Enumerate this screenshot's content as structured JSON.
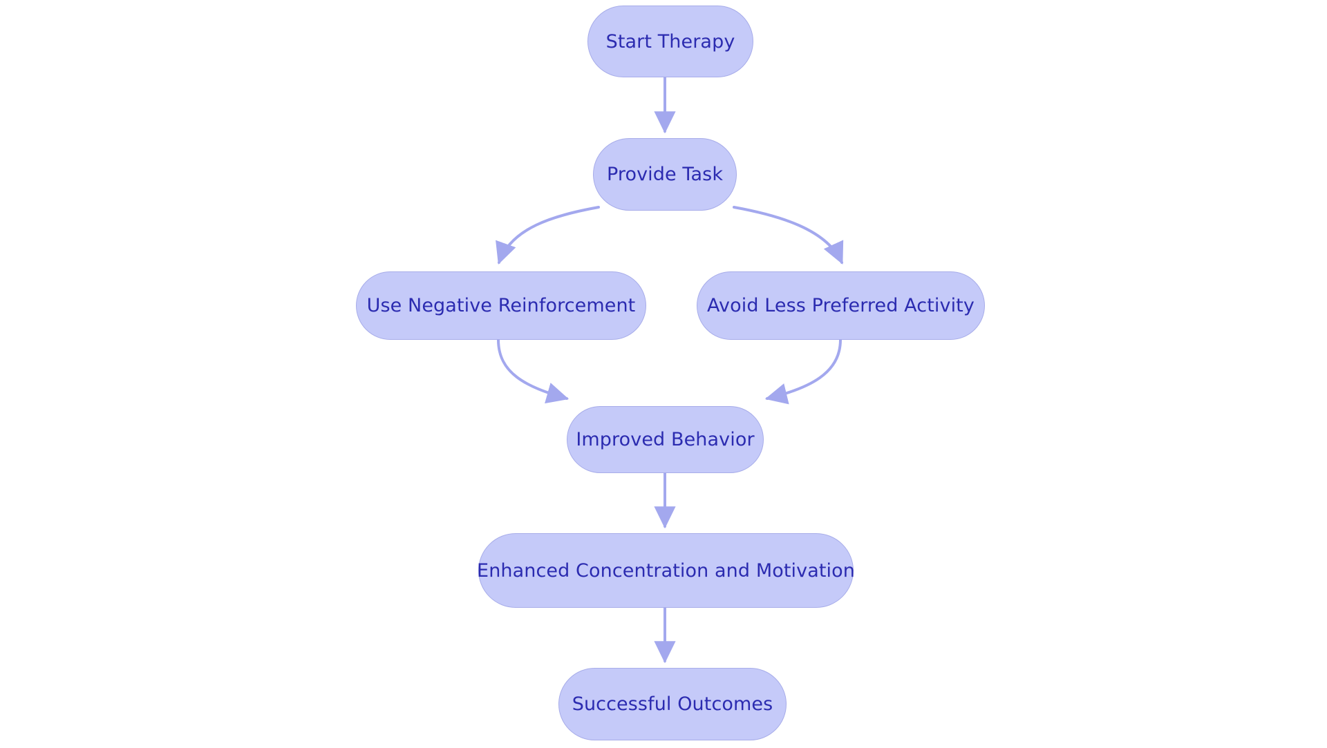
{
  "diagram": {
    "type": "flowchart",
    "orientation": "top-down",
    "background_color": "#ffffff",
    "node_fill_color": "#c5caf9",
    "node_border_color": "#a7ace9",
    "node_text_color": "#2b2bb0",
    "edge_color": "#a3a8ee",
    "nodes": [
      {
        "id": "start",
        "label": "Start Therapy"
      },
      {
        "id": "provide",
        "label": "Provide Task"
      },
      {
        "id": "negative",
        "label": "Use Negative Reinforcement"
      },
      {
        "id": "avoid",
        "label": "Avoid Less Preferred Activity"
      },
      {
        "id": "improved",
        "label": "Improved Behavior"
      },
      {
        "id": "enhanced",
        "label": "Enhanced Concentration and Motivation"
      },
      {
        "id": "successful",
        "label": "Successful Outcomes"
      }
    ],
    "edges": [
      {
        "from": "start",
        "to": "provide",
        "label": ""
      },
      {
        "from": "provide",
        "to": "negative",
        "label": ""
      },
      {
        "from": "provide",
        "to": "avoid",
        "label": ""
      },
      {
        "from": "negative",
        "to": "improved",
        "label": ""
      },
      {
        "from": "avoid",
        "to": "improved",
        "label": ""
      },
      {
        "from": "improved",
        "to": "enhanced",
        "label": ""
      },
      {
        "from": "enhanced",
        "to": "successful",
        "label": ""
      }
    ]
  }
}
